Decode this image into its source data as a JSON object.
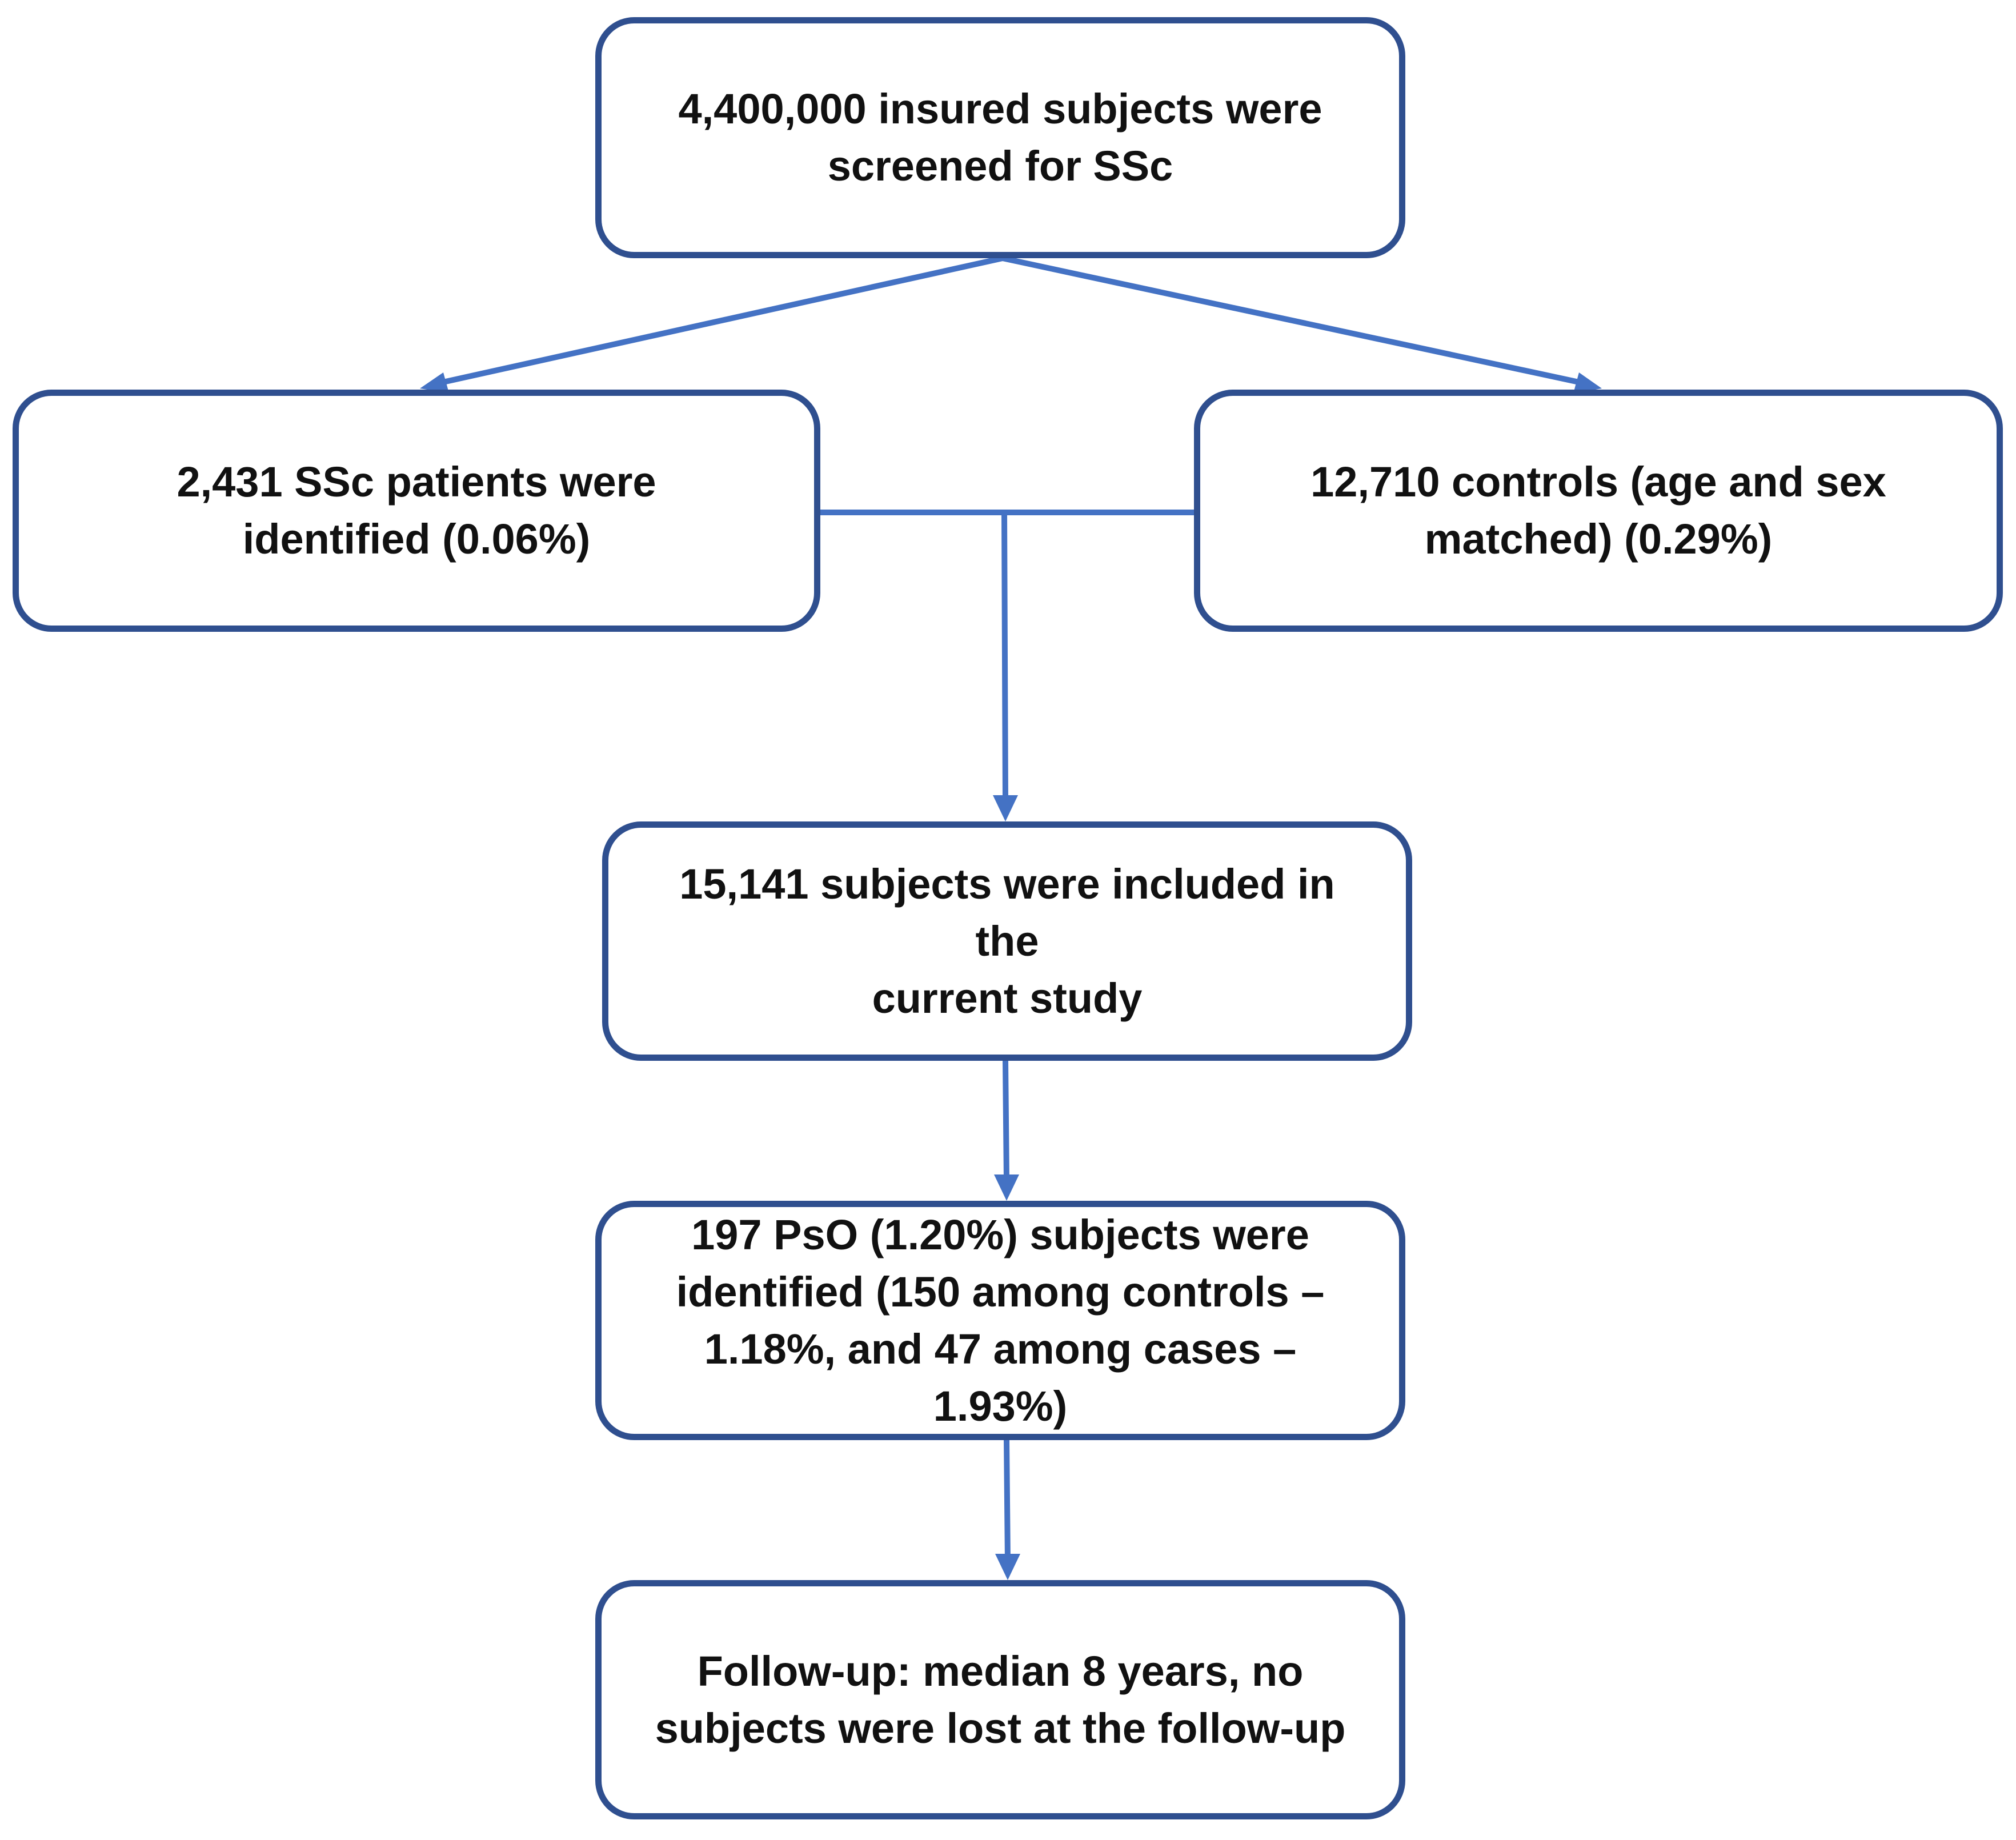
{
  "diagram": {
    "type": "flowchart",
    "colors": {
      "box_border": "#2F4F8F",
      "connector": "#4472C4",
      "text": "#111111",
      "background": "#ffffff"
    },
    "nodes": {
      "screened": {
        "text": "4,400,000 insured subjects were\nscreened for SSc"
      },
      "ssc_patients": {
        "text": "2,431 SSc patients were\nidentified (0.06%)"
      },
      "controls": {
        "text": "12,710 controls (age and sex\nmatched) (0.29%)"
      },
      "included": {
        "text": "15,141 subjects were included in the\ncurrent study"
      },
      "pso": {
        "text": "197 PsO (1.20%) subjects were\nidentified (150 among controls –\n1.18%, and 47 among cases – 1.93%)"
      },
      "followup": {
        "text": "Follow-up: median 8 years, no\nsubjects were lost at the follow-up"
      }
    },
    "edges": [
      {
        "from": "screened",
        "to": "ssc_patients"
      },
      {
        "from": "screened",
        "to": "controls"
      },
      {
        "from": "ssc_patients",
        "to": "included"
      },
      {
        "from": "controls",
        "to": "included"
      },
      {
        "from": "included",
        "to": "pso"
      },
      {
        "from": "pso",
        "to": "followup"
      }
    ]
  }
}
